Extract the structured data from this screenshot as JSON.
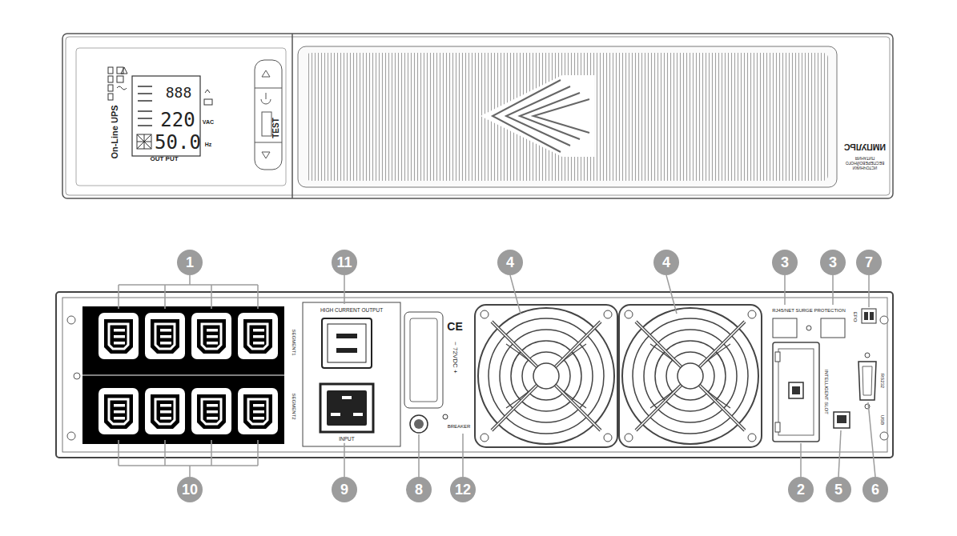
{
  "diagram": {
    "nodes": [
      {
        "text": [
          "1"
        ]
      },
      {
        "text": [
          "11"
        ]
      },
      {
        "text": [
          "4"
        ]
      },
      {
        "text": [
          "4"
        ]
      },
      {
        "text": [
          "3"
        ]
      },
      {
        "text": [
          "3"
        ]
      },
      {
        "text": [
          "7"
        ]
      },
      {
        "text": [
          "10"
        ]
      },
      {
        "text": [
          "9"
        ]
      },
      {
        "text": [
          "8"
        ]
      },
      {
        "text": [
          "12"
        ]
      },
      {
        "text": [
          "2"
        ]
      },
      {
        "text": [
          "5"
        ]
      },
      {
        "text": [
          "6"
        ]
      }
    ],
    "labels": [
      "On-Line UPS",
      "888",
      "220",
      "VAC",
      "50.0",
      "Hz",
      "OUT PUT",
      "TEST",
      "ИМПУЛЬС",
      "ИСТОЧНИКИ БЕСПЕРЕБОЙНОГО ПИТАНИЯ",
      "HIGH CURRENT OUTPUT",
      "SEGMENT1",
      "SEGMENT2",
      "INPUT",
      "CE",
      "− 72VDC +",
      "BREAKER",
      "RJ45/NET SURGE PROTECTION",
      "EPO",
      "INTELLIGENT SLOT",
      "RS232",
      "USB"
    ]
  }
}
